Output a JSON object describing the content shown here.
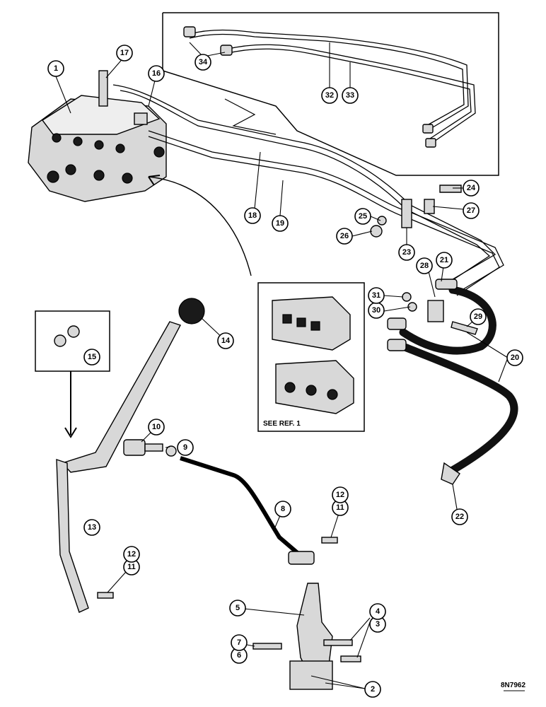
{
  "callouts": [
    {
      "id": "c1",
      "label": "1"
    },
    {
      "id": "c2",
      "label": "2"
    },
    {
      "id": "c3",
      "label": "3"
    },
    {
      "id": "c4",
      "label": "4"
    },
    {
      "id": "c5",
      "label": "5"
    },
    {
      "id": "c6",
      "label": "6"
    },
    {
      "id": "c7",
      "label": "7"
    },
    {
      "id": "c8",
      "label": "8"
    },
    {
      "id": "c9",
      "label": "9"
    },
    {
      "id": "c10",
      "label": "10"
    },
    {
      "id": "c11a",
      "label": "11"
    },
    {
      "id": "c11b",
      "label": "11"
    },
    {
      "id": "c12a",
      "label": "12"
    },
    {
      "id": "c12b",
      "label": "12"
    },
    {
      "id": "c13",
      "label": "13"
    },
    {
      "id": "c14",
      "label": "14"
    },
    {
      "id": "c15",
      "label": "15"
    },
    {
      "id": "c16",
      "label": "16"
    },
    {
      "id": "c17",
      "label": "17"
    },
    {
      "id": "c18",
      "label": "18"
    },
    {
      "id": "c19",
      "label": "19"
    },
    {
      "id": "c20",
      "label": "20"
    },
    {
      "id": "c21",
      "label": "21"
    },
    {
      "id": "c22",
      "label": "22"
    },
    {
      "id": "c23",
      "label": "23"
    },
    {
      "id": "c24",
      "label": "24"
    },
    {
      "id": "c25",
      "label": "25"
    },
    {
      "id": "c26",
      "label": "26"
    },
    {
      "id": "c27",
      "label": "27"
    },
    {
      "id": "c28",
      "label": "28"
    },
    {
      "id": "c29",
      "label": "29"
    },
    {
      "id": "c30",
      "label": "30"
    },
    {
      "id": "c31",
      "label": "31"
    },
    {
      "id": "c32",
      "label": "32"
    },
    {
      "id": "c33",
      "label": "33"
    },
    {
      "id": "c34",
      "label": "34"
    }
  ],
  "see_ref_text": "SEE REF. 1",
  "drawing_number": "8N7962"
}
